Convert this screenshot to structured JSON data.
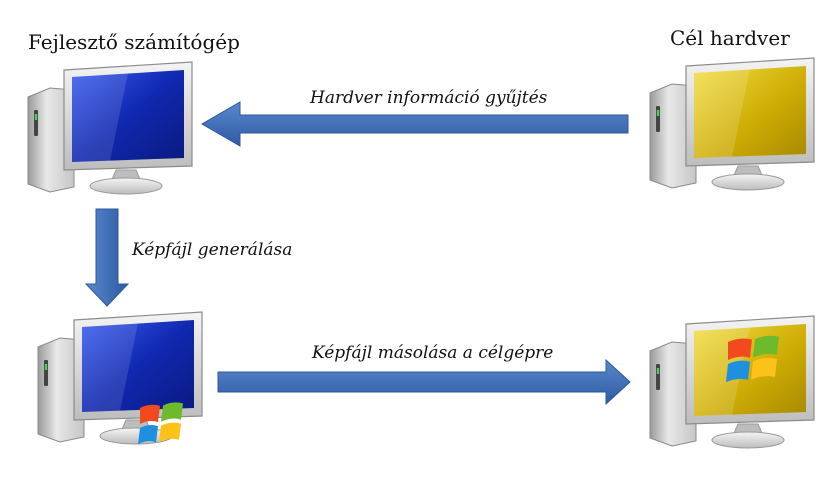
{
  "nodes": {
    "developer_label": "Fejlesztő számítógép",
    "target_label": "Cél hardver"
  },
  "edges": {
    "collect_label": "Hardver információ gyűjtés",
    "generate_label": "Képfájl generálása",
    "copy_label": "Képfájl másolása a célgépre"
  },
  "colors": {
    "arrow": "#3d6fb8",
    "screen_blue": "#1530b8",
    "screen_gold": "#d4b100",
    "monitor_body": "#d9d9d9"
  }
}
